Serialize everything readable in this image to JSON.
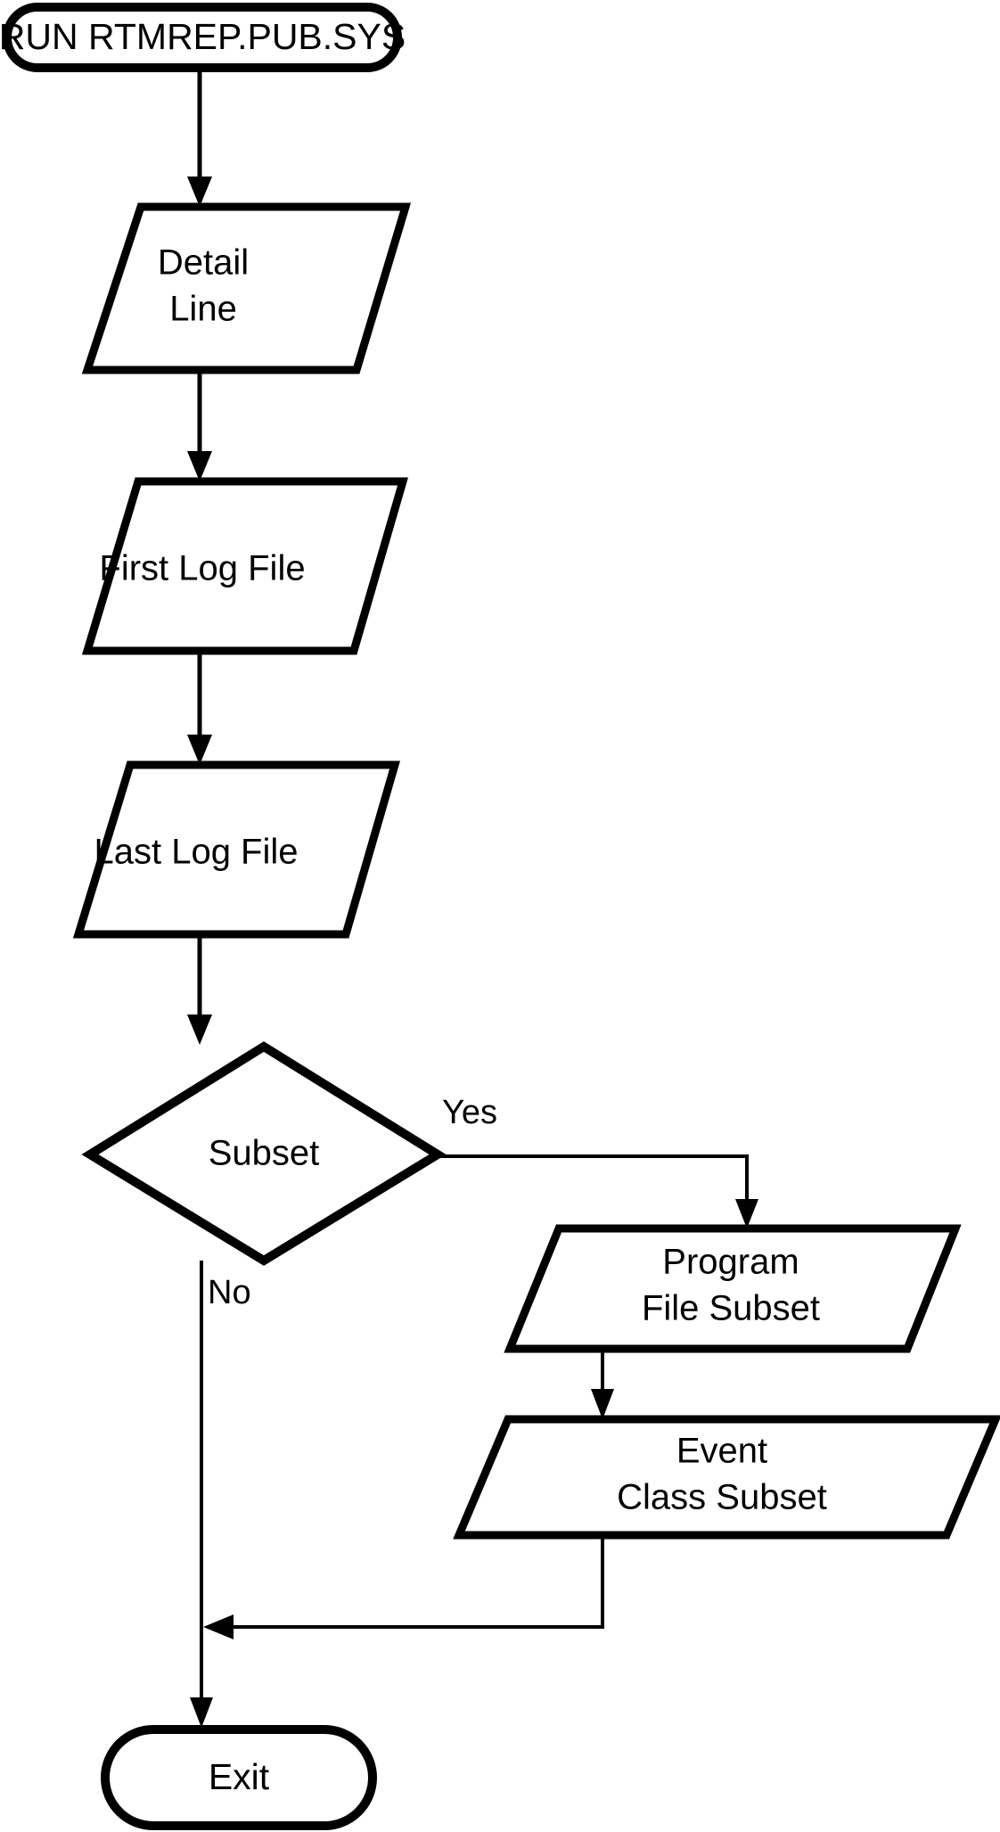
{
  "diagram": {
    "title": "RTMREP Flowchart",
    "background_color": "#ffffff",
    "line_color": "#000000",
    "nodes": {
      "start": {
        "label": "RUN RTMREP.PUB.SYS",
        "shape": "terminator"
      },
      "detail_line": {
        "label_line1": "Detail",
        "label_line2": "Line",
        "shape": "parallelogram"
      },
      "first_log_file": {
        "label": "First Log File",
        "shape": "parallelogram"
      },
      "last_log_file": {
        "label": "Last Log File",
        "shape": "parallelogram"
      },
      "subset": {
        "label": "Subset",
        "shape": "decision"
      },
      "program_file_subset": {
        "label_line1": "Program",
        "label_line2": "File Subset",
        "shape": "parallelogram"
      },
      "event_class_subset": {
        "label_line1": "Event",
        "label_line2": "Class Subset",
        "shape": "parallelogram"
      },
      "exit": {
        "label": "Exit",
        "shape": "terminator"
      }
    },
    "edges": {
      "yes_label": "Yes",
      "no_label": "No"
    }
  }
}
